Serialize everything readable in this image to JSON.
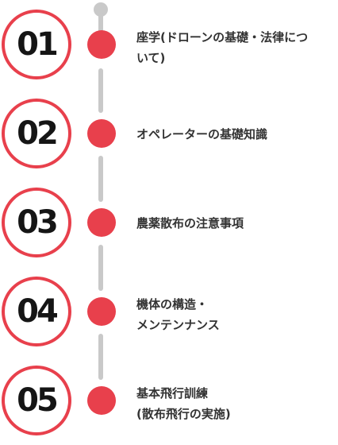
{
  "steps": [
    {
      "number": "01",
      "label": "座学(ドローンの基礎・法律について)"
    },
    {
      "number": "02",
      "label": "オペレーターの基礎知識"
    },
    {
      "number": "03",
      "label": "農薬散布の注意事項"
    },
    {
      "number": "04",
      "label": "機体の構造・\nメンテンナンス"
    },
    {
      "number": "05",
      "label": "基本飛行訓練\n(散布飛行の実施)"
    }
  ],
  "colors": {
    "accent": "#e8404c",
    "connector": "#c9c9c9",
    "text": "#333333"
  }
}
